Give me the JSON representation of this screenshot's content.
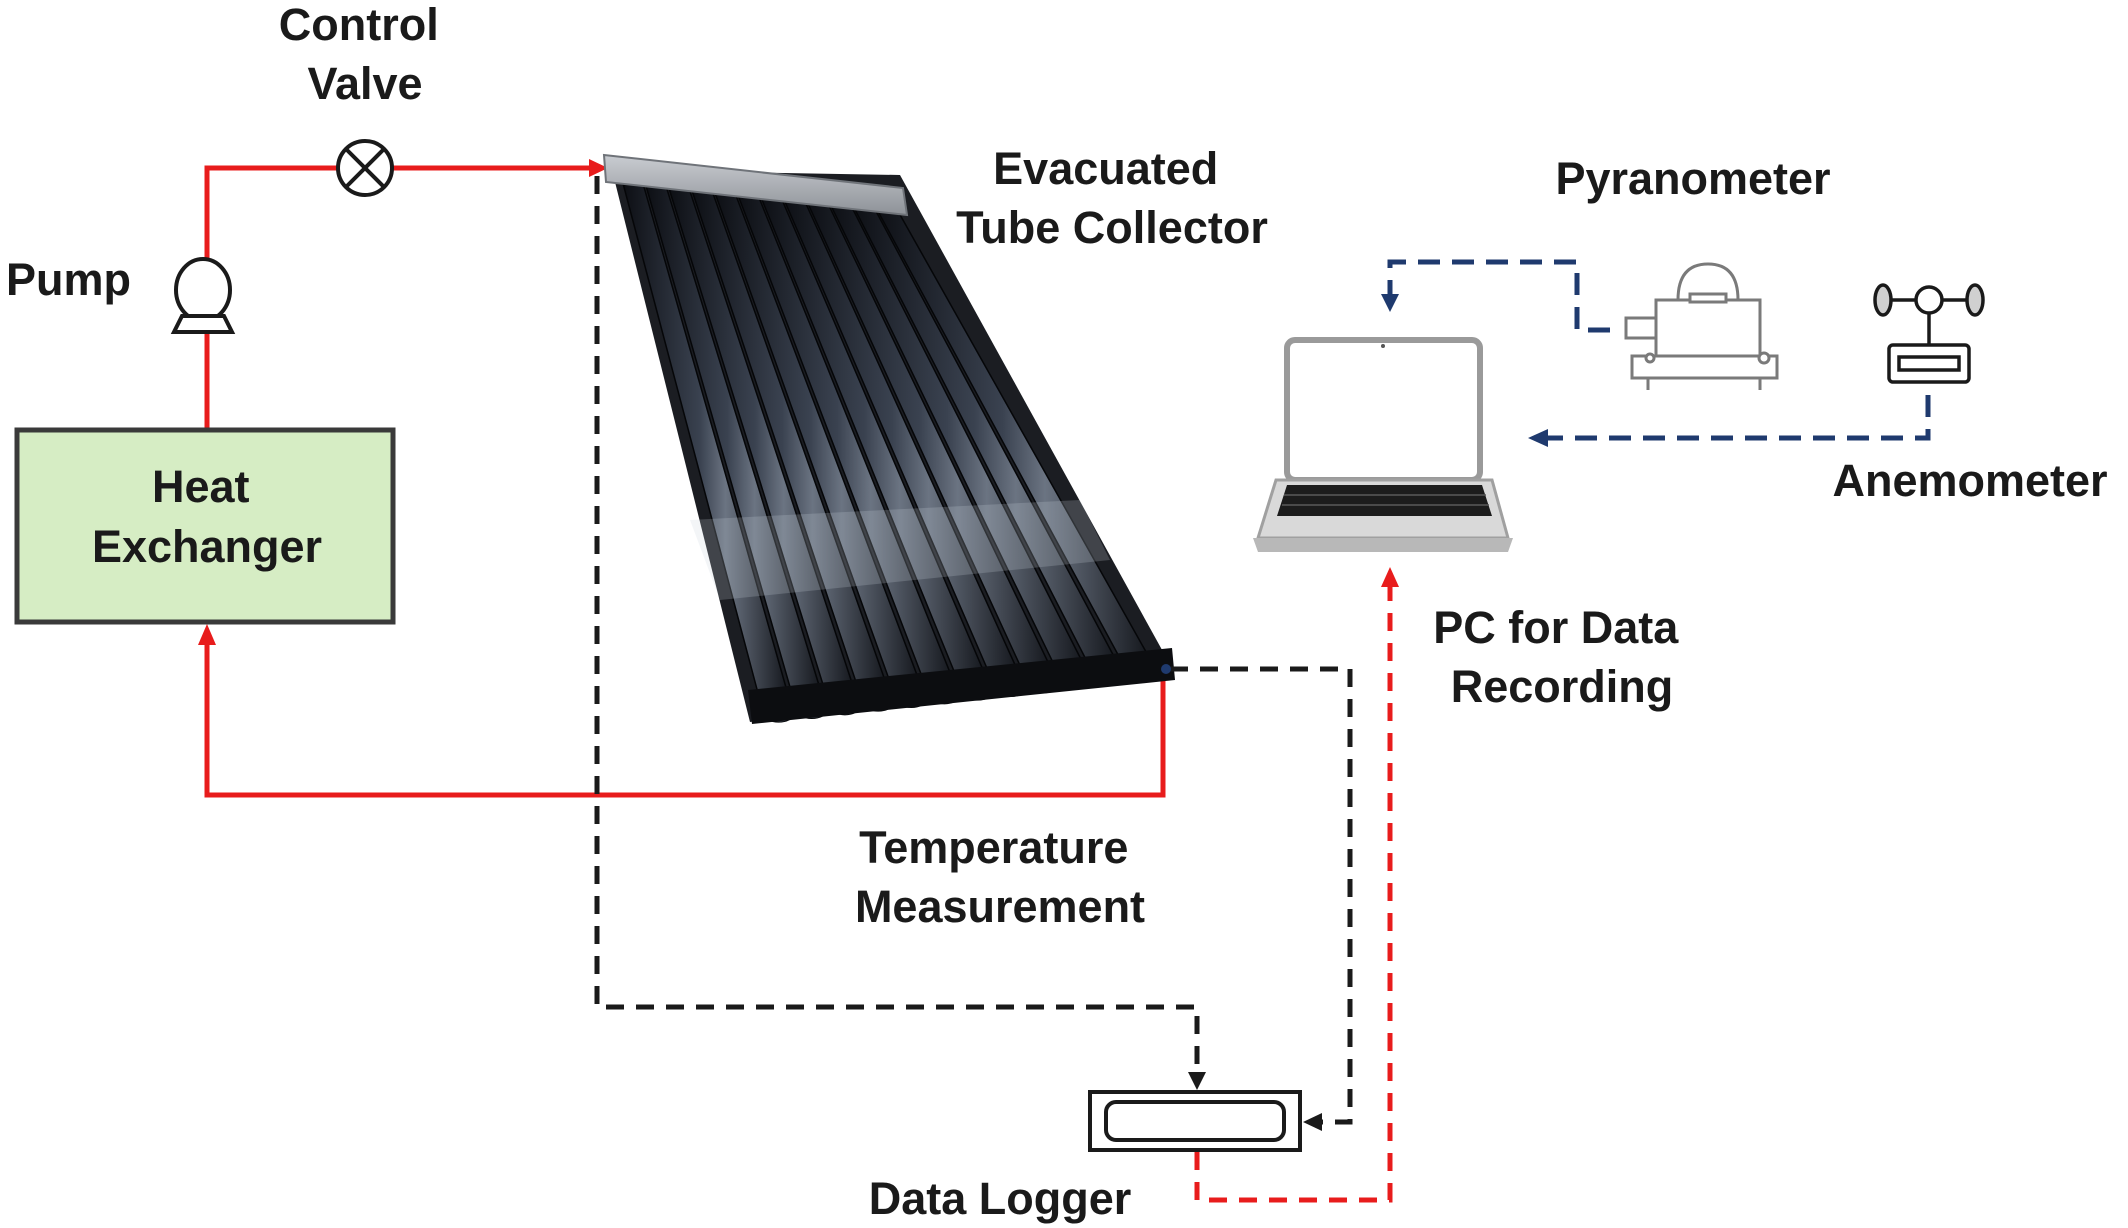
{
  "labels": {
    "control_valve": [
      "Control",
      "Valve"
    ],
    "pump": "Pump",
    "heat_exchanger": [
      "Heat",
      "Exchanger"
    ],
    "collector": [
      "Evacuated",
      "Tube Collector"
    ],
    "pyranometer": "Pyranometer",
    "anemometer": "Anemometer",
    "pc": [
      "PC for Data",
      "Recording"
    ],
    "temperature": [
      "Temperature",
      "Measurement"
    ],
    "data_logger": "Data Logger"
  },
  "colors": {
    "flow_line": "#e81c1c",
    "thermocouple_line": "#1a1a1a",
    "weather_signal_line": "#1f3a6e",
    "pc_link_line": "#e81c1c",
    "heat_exchanger_fill": "#d6edc4"
  },
  "icons": {
    "control_valve": "valve-icon",
    "pump": "pump-icon",
    "collector": "evacuated-tube-collector-icon",
    "laptop": "laptop-icon",
    "pyranometer": "pyranometer-icon",
    "anemometer": "anemometer-icon",
    "data_logger": "data-logger-icon"
  }
}
